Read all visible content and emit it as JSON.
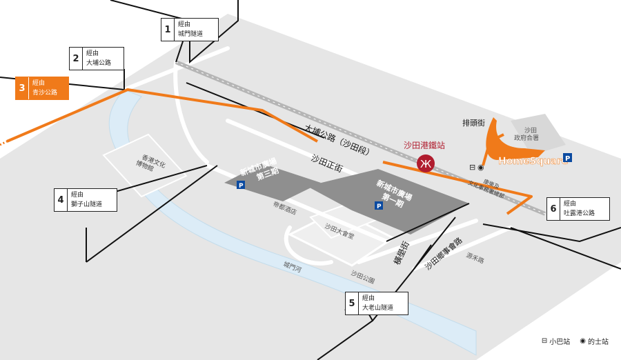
{
  "colors": {
    "route_orange": "#f07a1a",
    "road_gray": "#d3d3d3",
    "river_blue": "#ddeef8",
    "mtr_red": "#b01c2e"
  },
  "routes": [
    {
      "num": "1",
      "line1": "經由",
      "line2": "城門隧道"
    },
    {
      "num": "2",
      "line1": "經由",
      "line2": "大埔公路"
    },
    {
      "num": "3",
      "line1": "經由",
      "line2": "青沙公路"
    },
    {
      "num": "4",
      "line1": "經由",
      "line2": "獅子山隧道"
    },
    {
      "num": "5",
      "line1": "經由",
      "line2": "大老山隧道"
    },
    {
      "num": "6",
      "line1": "經由",
      "line2": "吐露港公路"
    }
  ],
  "labels": {
    "tai_po_road": "大埔公路（沙田段）",
    "sha_tin_centre_st": "沙田正街",
    "station": "沙田港鐵站",
    "pai_tau_st": "排頭街",
    "govt_offices": "沙田\n政府合署",
    "culture_dept": "康樂及\n文化事務署總部",
    "heritage_museum": "香港文化\n博物館",
    "ntp3": "新城市廣場\n第三期",
    "ntp1": "新城市廣場\n第一期",
    "royal_park": "帝都酒店",
    "town_hall": "沙田大會堂",
    "river": "城門河",
    "park": "沙田公園",
    "hengshek": "橫壆街",
    "civic_road": "沙田鄉事會路",
    "yuen_wo": "源禾路"
  },
  "homesquare": {
    "brand": "HomeSquare",
    "parking": "P"
  },
  "parking_label": "P",
  "legend": {
    "minibus": "小巴站",
    "taxi": "的士站"
  }
}
